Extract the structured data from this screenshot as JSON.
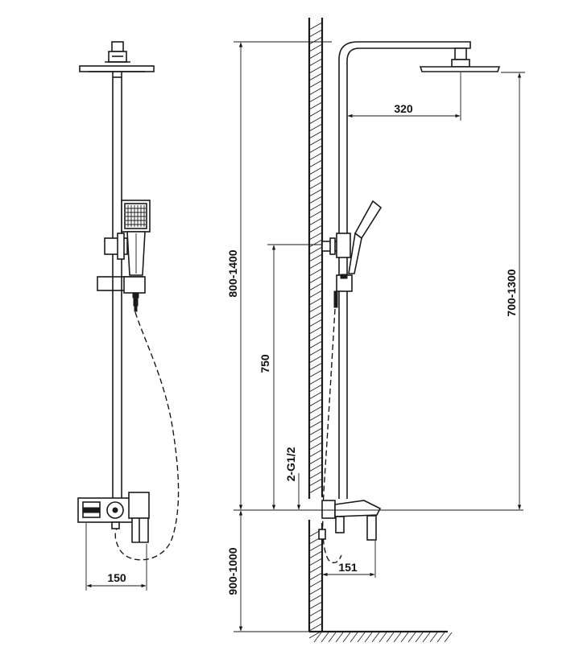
{
  "dimensions": {
    "head_offset": "320",
    "body_width": "150",
    "mixer_projection": "151",
    "total_height_range": "800-1400",
    "slide_rail_range": "700-1300",
    "outlet_spacing": "750",
    "inlet_thread": "2-G1/2",
    "mixer_height_range": "900-1000"
  }
}
